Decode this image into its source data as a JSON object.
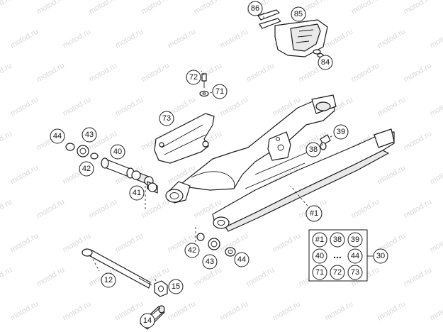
{
  "watermark": "motod.ru",
  "callouts": {
    "c86": "86",
    "c85": "85",
    "c84": "84",
    "c72": "72",
    "c71": "71",
    "c73": "73",
    "c44a": "44",
    "c43a": "43",
    "c42a": "42",
    "c40": "40",
    "c41": "41",
    "c39": "39",
    "c38": "38",
    "c1": "#1",
    "c42b": "42",
    "c43b": "43",
    "c44b": "44",
    "c12": "12",
    "c15": "15",
    "c14": "14",
    "c30": "30"
  },
  "kit_box": {
    "row1": [
      "#1",
      "38",
      "39"
    ],
    "row2_left": "40",
    "row2_dots": "...",
    "row2_right": "44",
    "row3": [
      "71",
      "72",
      "73"
    ]
  }
}
